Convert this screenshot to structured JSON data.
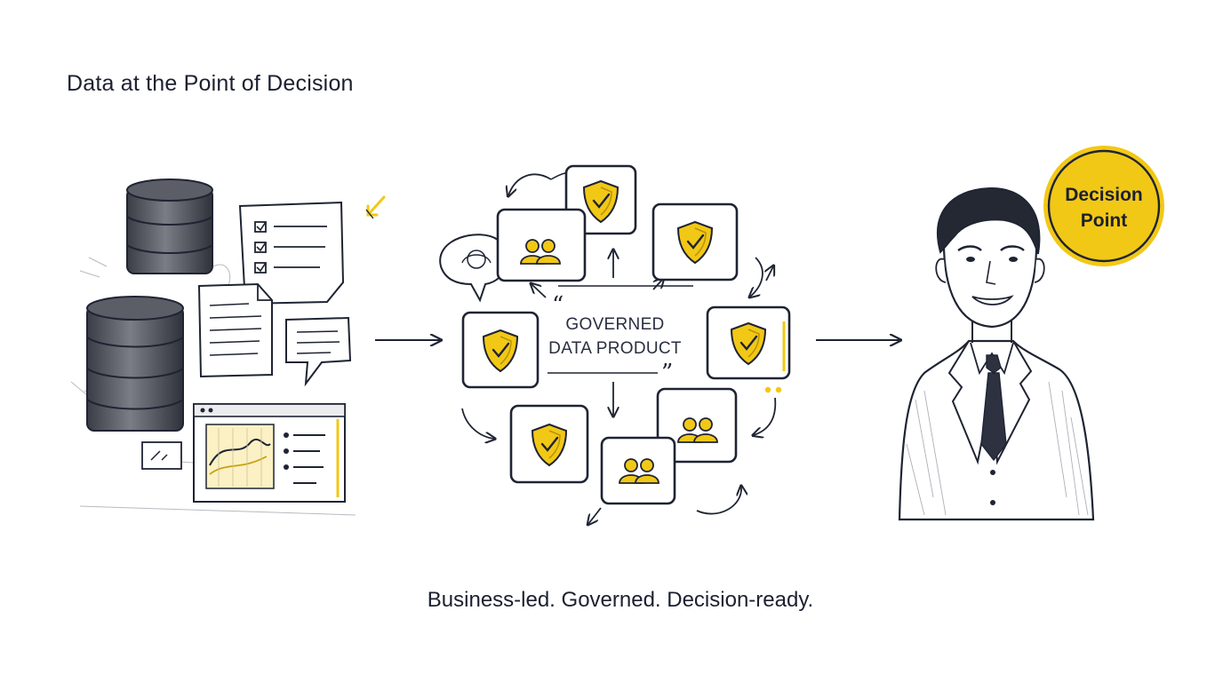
{
  "title": "Data at the Point of Decision",
  "center_label_line1": "GOVERNED",
  "center_label_line2": "DATA PRODUCT",
  "decision_badge_line1": "Decision",
  "decision_badge_line2": "Point",
  "tagline": "Business-led. Governed. Decision-ready.",
  "colors": {
    "accent_yellow": "#F2C816",
    "ink": "#1f2433",
    "sketch_gray": "#6b6f7a"
  },
  "icons": [
    "database-icon",
    "document-icon",
    "checklist-icon",
    "chat-bubble-icon",
    "dashboard-icon",
    "shield-check-icon",
    "people-icon",
    "person-icon"
  ]
}
